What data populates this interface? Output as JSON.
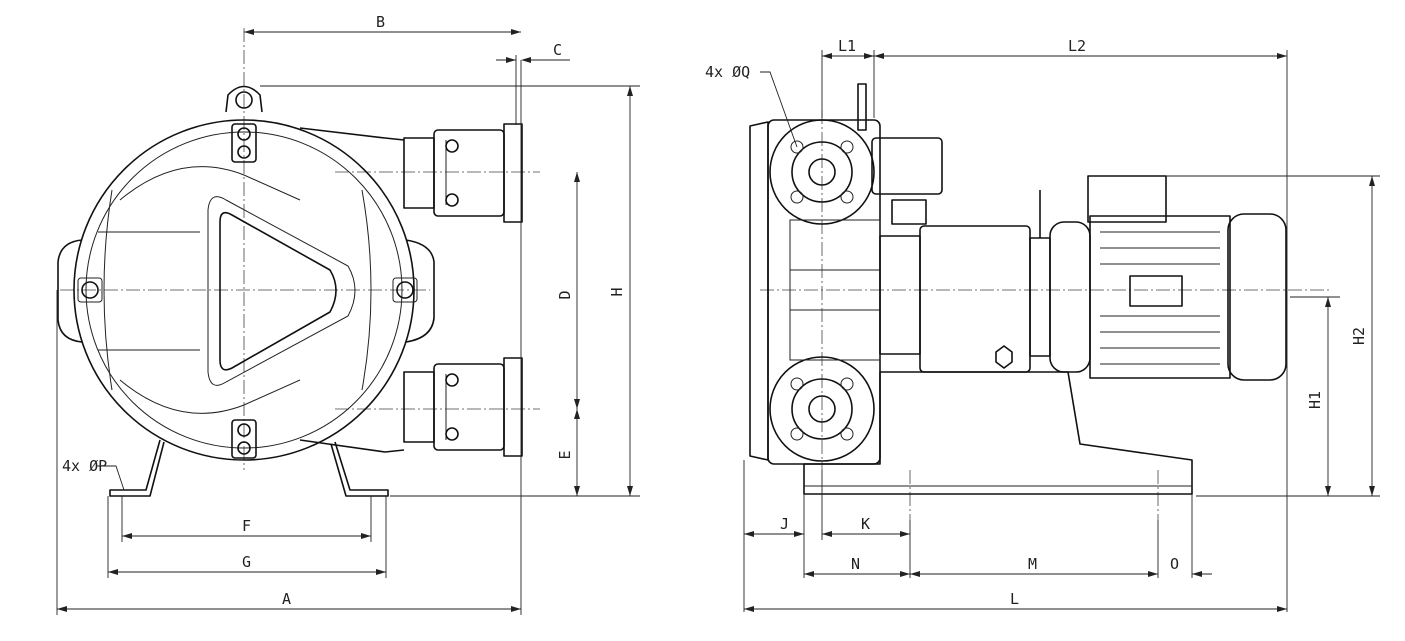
{
  "labels": {
    "A": "A",
    "B": "B",
    "C": "C",
    "D": "D",
    "E": "E",
    "F": "F",
    "G": "G",
    "H": "H",
    "P": "4x ØP",
    "L": "L",
    "L1": "L1",
    "L2": "L2",
    "J": "J",
    "K": "K",
    "M": "M",
    "N": "N",
    "O": "O",
    "H1": "H1",
    "H2": "H2",
    "Q": "4x ØQ"
  },
  "views": {
    "front": "front-view",
    "side": "side-view"
  }
}
